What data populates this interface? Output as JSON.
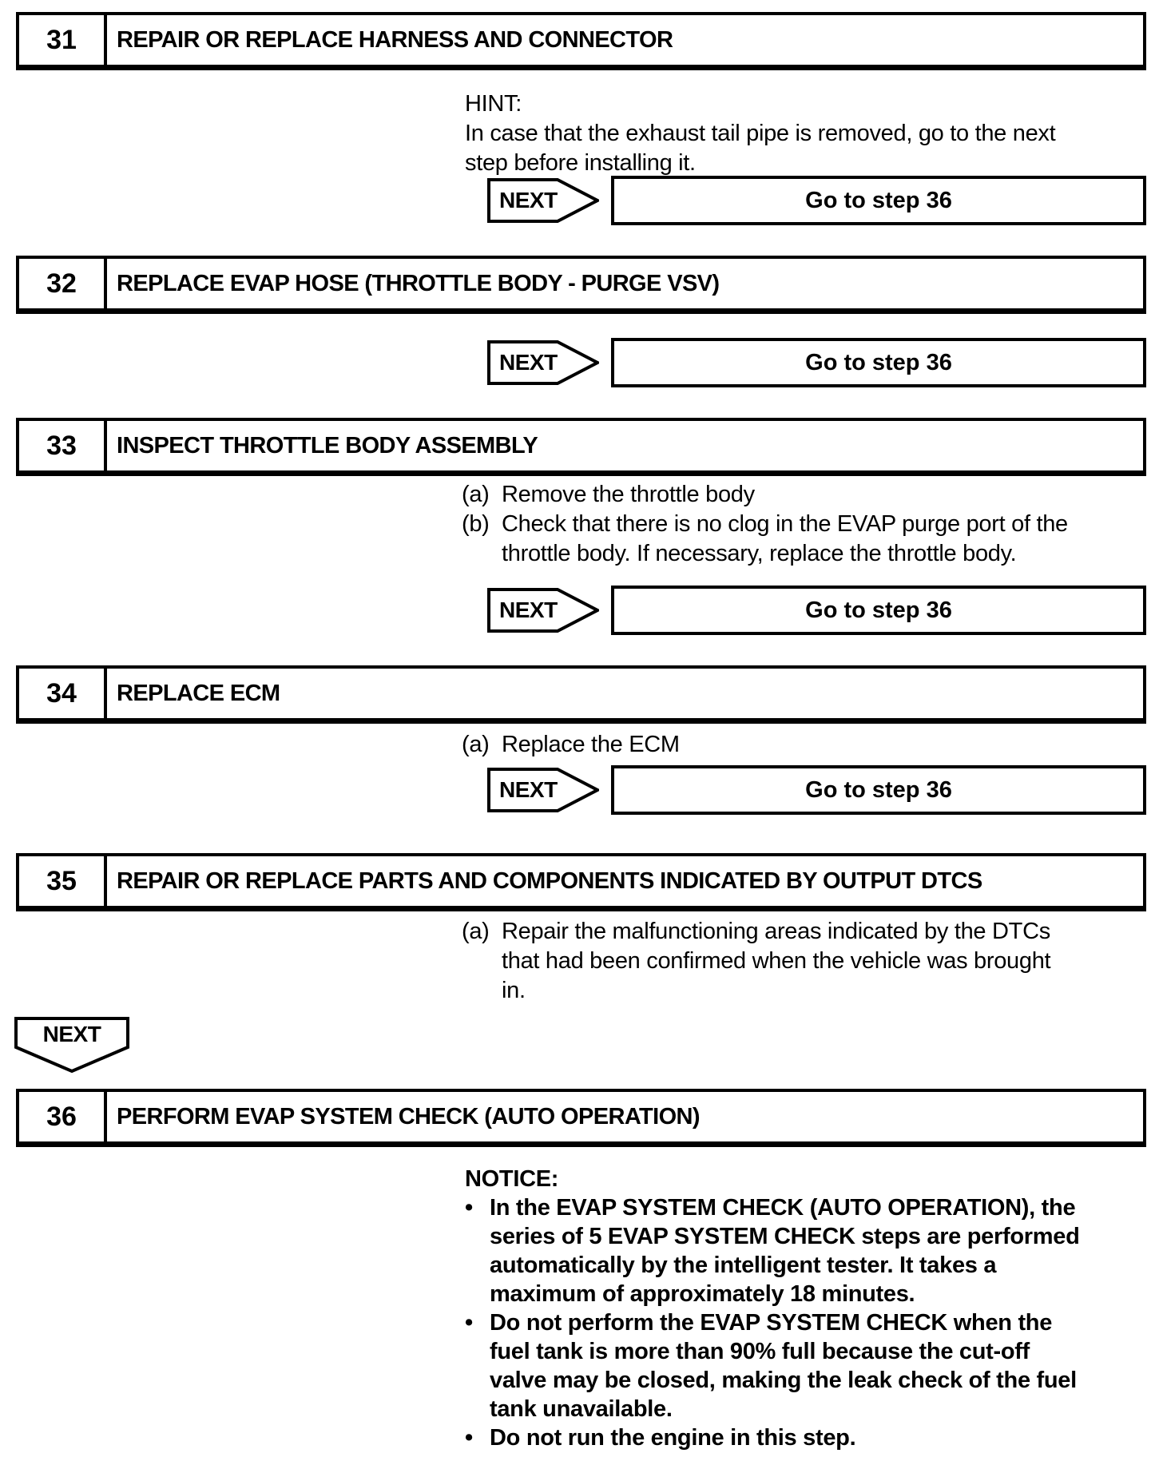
{
  "page": {
    "background": "#ffffff",
    "text_color": "#000000"
  },
  "steps": [
    {
      "number": "31",
      "title": "REPAIR OR REPLACE HARNESS AND CONNECTOR",
      "hint_label": "HINT:",
      "hint_lines": [
        "In case that the exhaust tail pipe is removed, go to the next",
        "step before installing it."
      ],
      "next_label": "NEXT",
      "goto_label": "Go to step 36"
    },
    {
      "number": "32",
      "title": "REPLACE EVAP HOSE (THROTTLE BODY - PURGE VSV)",
      "next_label": "NEXT",
      "goto_label": "Go to step 36"
    },
    {
      "number": "33",
      "title": "INSPECT THROTTLE BODY ASSEMBLY",
      "items": [
        {
          "marker": "(a)",
          "lines": [
            "Remove the throttle body"
          ]
        },
        {
          "marker": "(b)",
          "lines": [
            "Check that there is no clog in the EVAP purge port of the",
            "throttle body. If necessary, replace the throttle body."
          ]
        }
      ],
      "next_label": "NEXT",
      "goto_label": "Go to step 36"
    },
    {
      "number": "34",
      "title": "REPLACE ECM",
      "items": [
        {
          "marker": "(a)",
          "lines": [
            "Replace the ECM"
          ]
        }
      ],
      "next_label": "NEXT",
      "goto_label": "Go to step 36"
    },
    {
      "number": "35",
      "title": "REPAIR OR REPLACE PARTS AND COMPONENTS INDICATED BY OUTPUT DTCS",
      "items": [
        {
          "marker": "(a)",
          "lines": [
            "Repair the malfunctioning areas indicated by the DTCs",
            "that had been confirmed when the vehicle was brought",
            "in."
          ]
        }
      ],
      "next_label": "NEXT"
    },
    {
      "number": "36",
      "title": "PERFORM EVAP SYSTEM CHECK (AUTO OPERATION)",
      "notice_label": "NOTICE:",
      "bullet_char": "•",
      "notice_bullets": [
        {
          "lines": [
            "In the EVAP SYSTEM CHECK (AUTO OPERATION), the",
            "series of 5 EVAP SYSTEM CHECK steps are performed",
            "automatically by the intelligent tester. It takes a",
            "maximum of approximately 18 minutes."
          ]
        },
        {
          "lines": [
            "Do not perform the EVAP SYSTEM CHECK when the",
            "fuel tank is more than 90% full because the cut-off",
            "valve may be closed, making the leak check of the fuel",
            "tank unavailable."
          ]
        },
        {
          "lines": [
            "Do not run the engine in this step."
          ]
        }
      ]
    }
  ]
}
